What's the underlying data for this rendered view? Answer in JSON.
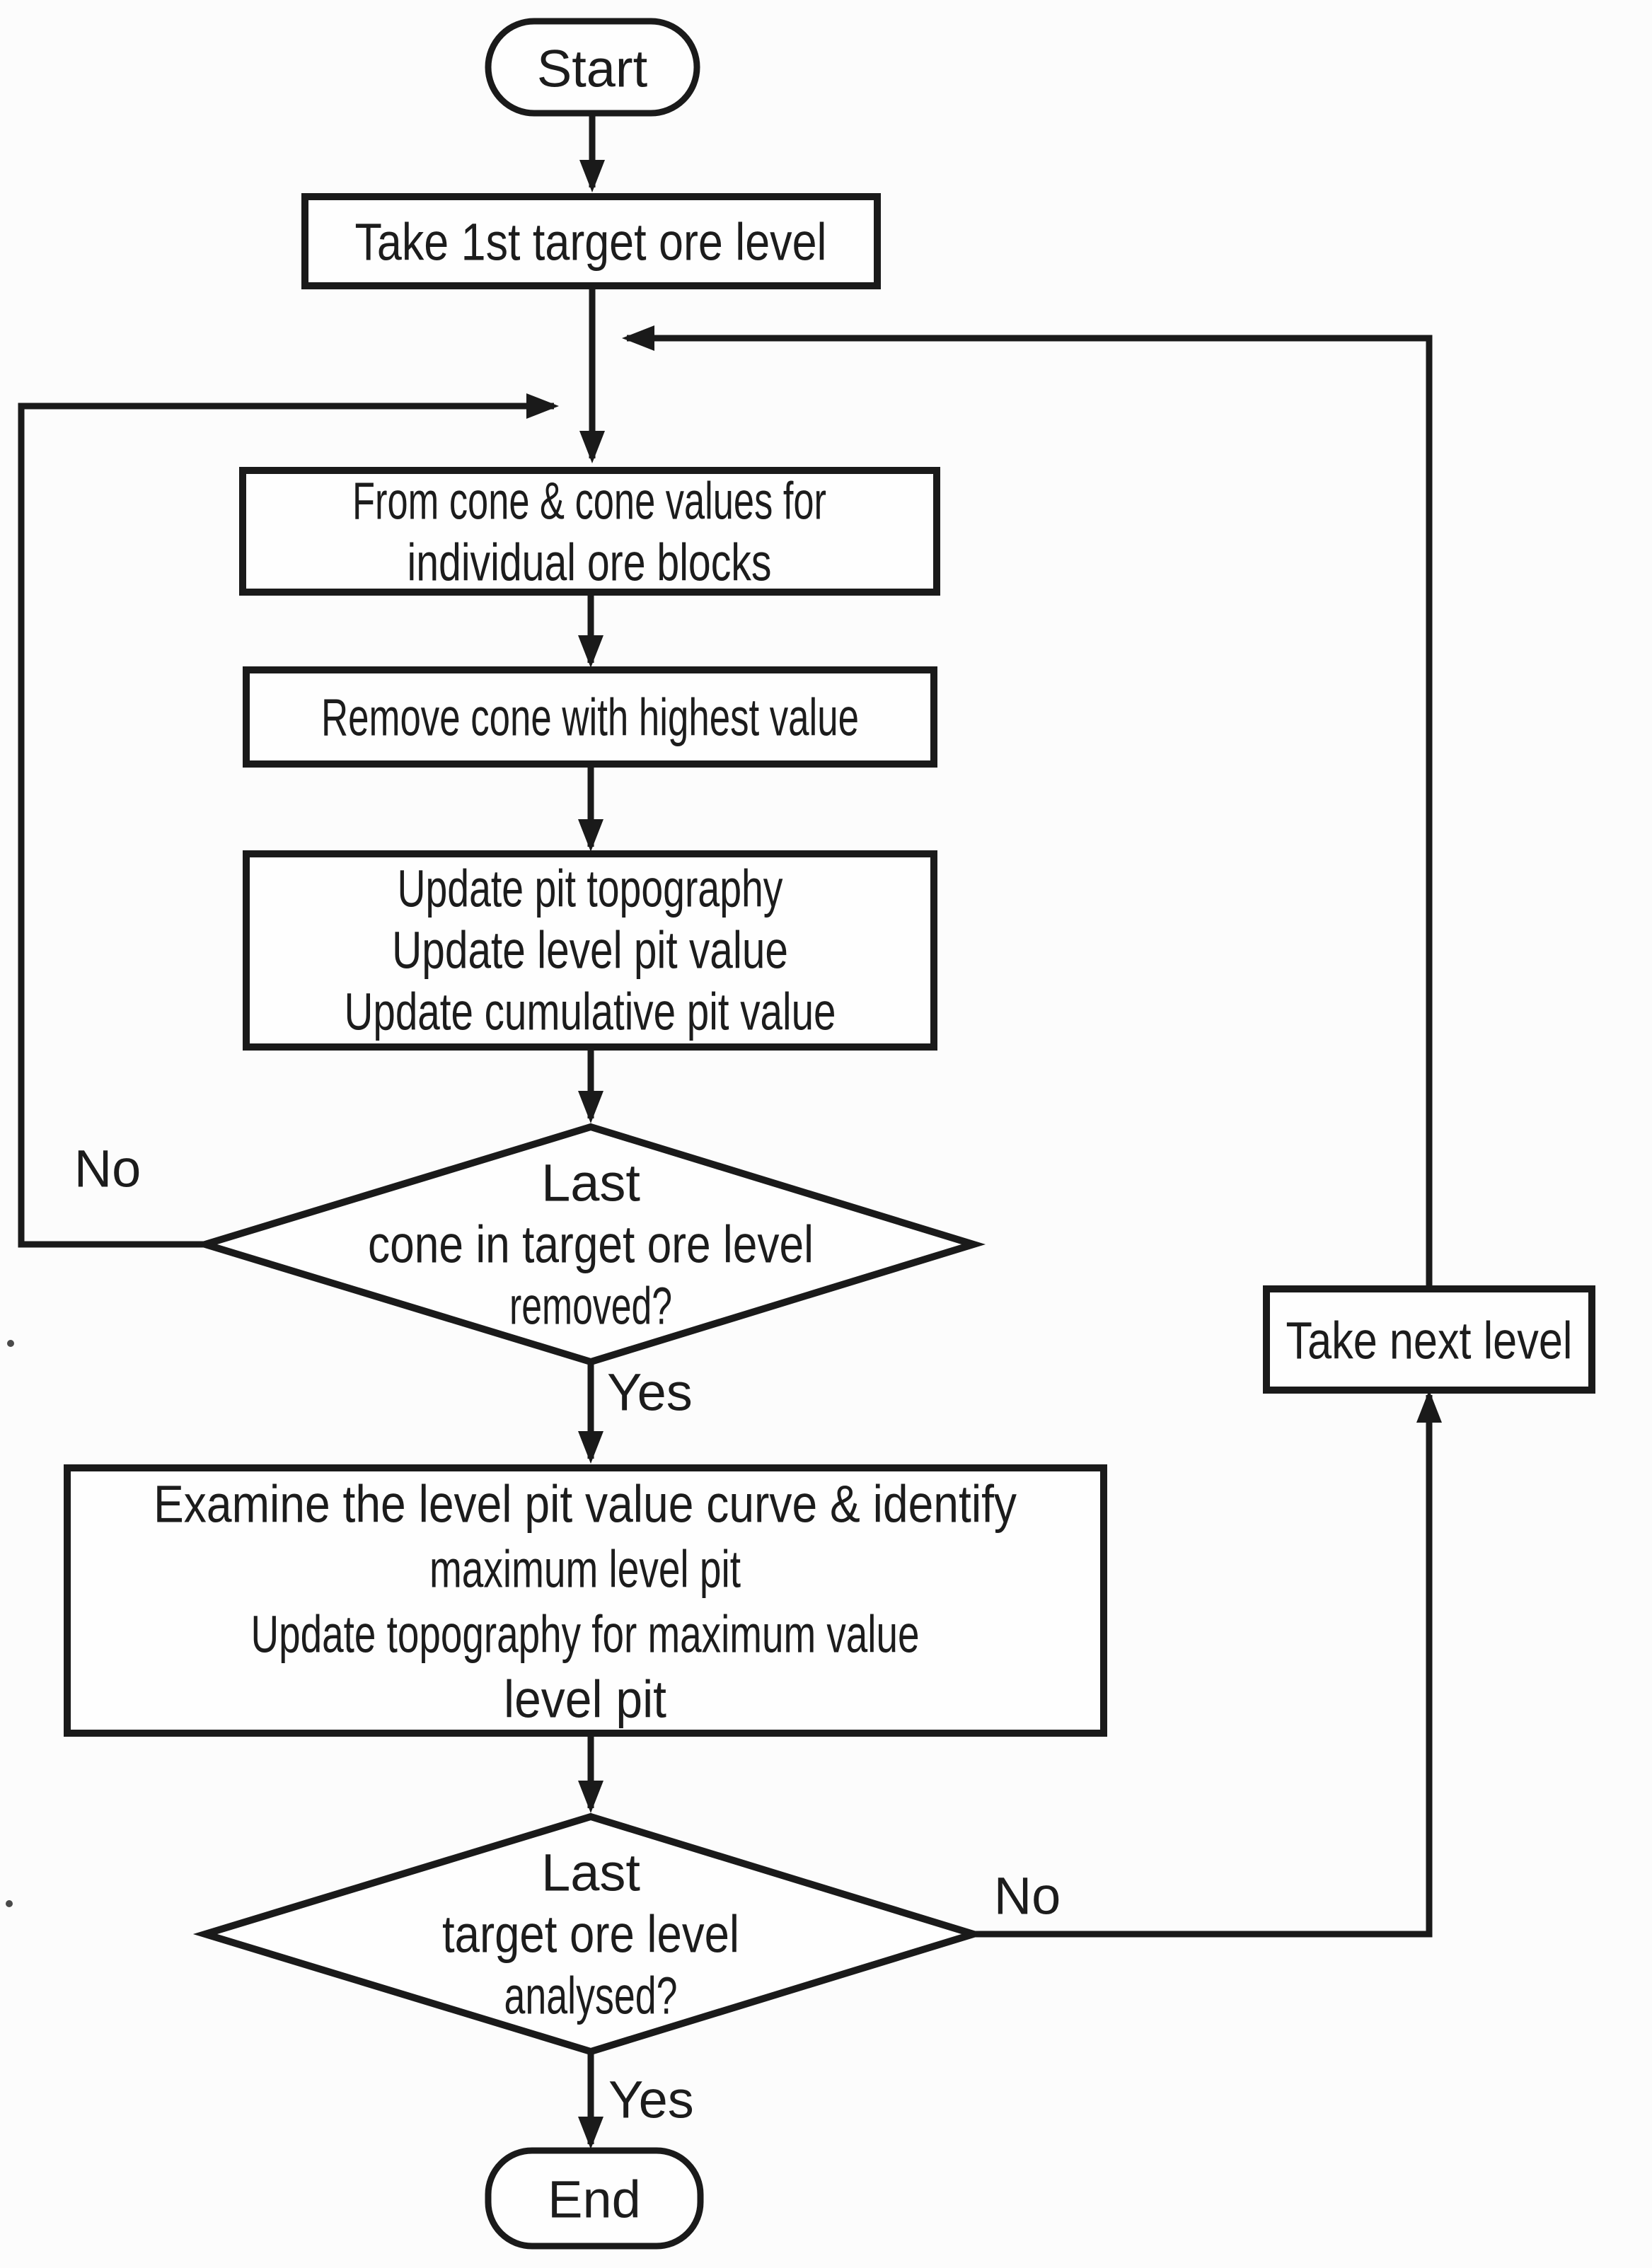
{
  "page": {
    "background_color": "#fcfcfc",
    "ink_color": "#1a1a1a"
  },
  "flowchart": {
    "nodes": {
      "start": {
        "type": "terminator",
        "label": "Start"
      },
      "take_first_level": {
        "type": "process",
        "lines": [
          "Take 1st target ore level"
        ]
      },
      "form_cones": {
        "type": "process",
        "lines": [
          "From cone & cone values for",
          "individual ore blocks"
        ]
      },
      "remove_cone": {
        "type": "process",
        "lines": [
          "Remove cone with highest value"
        ]
      },
      "update_values": {
        "type": "process",
        "lines": [
          "Update pit topography",
          "Update level pit value",
          "Update cumulative pit value"
        ]
      },
      "last_cone_decision": {
        "type": "decision",
        "lines": [
          "Last",
          "cone in target ore level",
          "removed?"
        ]
      },
      "examine_level_pit": {
        "type": "process",
        "lines": [
          "Examine the level pit value curve & identify",
          "maximum level pit",
          "Update topography for maximum value",
          "level pit"
        ]
      },
      "last_level_decision": {
        "type": "decision",
        "lines": [
          "Last",
          "target ore level",
          "analysed?"
        ]
      },
      "take_next_level": {
        "type": "process",
        "lines": [
          "Take next level"
        ]
      },
      "end": {
        "type": "terminator",
        "label": "End"
      }
    },
    "edge_labels": {
      "no_cone": "No",
      "yes_cone": "Yes",
      "no_level": "No",
      "yes_level": "Yes"
    }
  }
}
